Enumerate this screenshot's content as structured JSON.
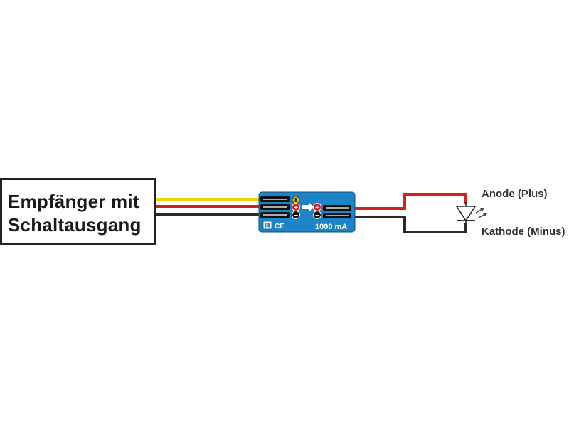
{
  "receiver": {
    "line1": "Empfänger mit",
    "line2": "Schaltausgang"
  },
  "module": {
    "current_label": "1000 mA",
    "ce_mark": "CE",
    "plus_symbol": "+",
    "minus_symbol": "−",
    "board_color": "#1e84c8"
  },
  "led": {
    "anode_label": "Anode (Plus)",
    "cathode_label": "Kathode (Minus)"
  },
  "wire_colors": {
    "signal": "#f2d400",
    "plus": "#d42020",
    "ground": "#2a2a2a"
  }
}
